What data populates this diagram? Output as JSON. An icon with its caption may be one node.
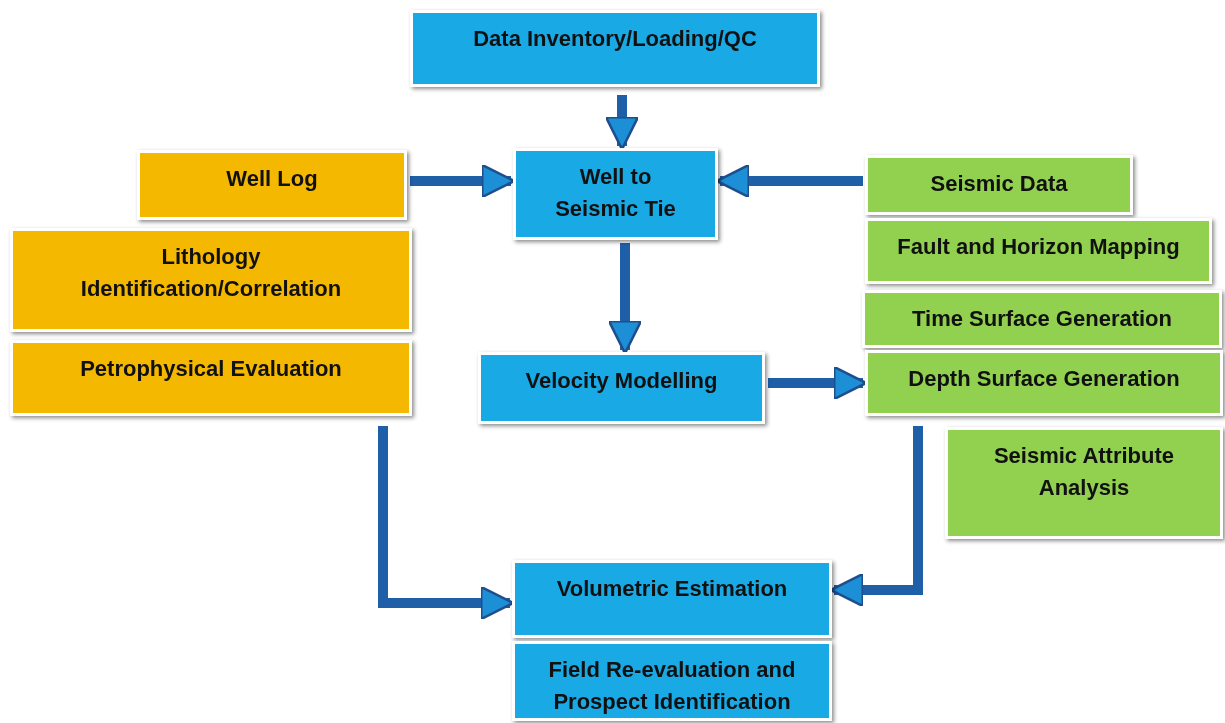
{
  "diagram": {
    "nodes": [
      {
        "text": [
          "Data Inventory/Loading/QC"
        ]
      },
      {
        "text": [
          "Well Log"
        ]
      },
      {
        "text": [
          "Well to Seismic Tie"
        ]
      },
      {
        "text": [
          "Seismic Data"
        ]
      },
      {
        "text": [
          "Lithology Identification/Correlation"
        ]
      },
      {
        "text": [
          "Fault and Horizon Mapping"
        ]
      },
      {
        "text": [
          "Time Surface Generation"
        ]
      },
      {
        "text": [
          "Petrophysical Evaluation"
        ]
      },
      {
        "text": [
          "Velocity Modelling"
        ]
      },
      {
        "text": [
          "Depth Surface Generation"
        ]
      },
      {
        "text": [
          "Seismic Attribute Analysis"
        ]
      },
      {
        "text": [
          "Volumetric Estimation"
        ]
      },
      {
        "text": [
          "Field Re-evaluation and Prospect Identification"
        ]
      }
    ],
    "edges": [
      {
        "from": 0,
        "to": 2,
        "arrow": "to"
      },
      {
        "from": 1,
        "to": 2,
        "arrow": "to"
      },
      {
        "from": 3,
        "to": 2,
        "arrow": "to"
      },
      {
        "from": 2,
        "to": 8,
        "arrow": "to"
      },
      {
        "from": 8,
        "to": 9,
        "arrow": "to"
      },
      {
        "from": 7,
        "to": 11,
        "arrow": "to"
      },
      {
        "from": 9,
        "to": 11,
        "arrow": "to"
      }
    ]
  }
}
